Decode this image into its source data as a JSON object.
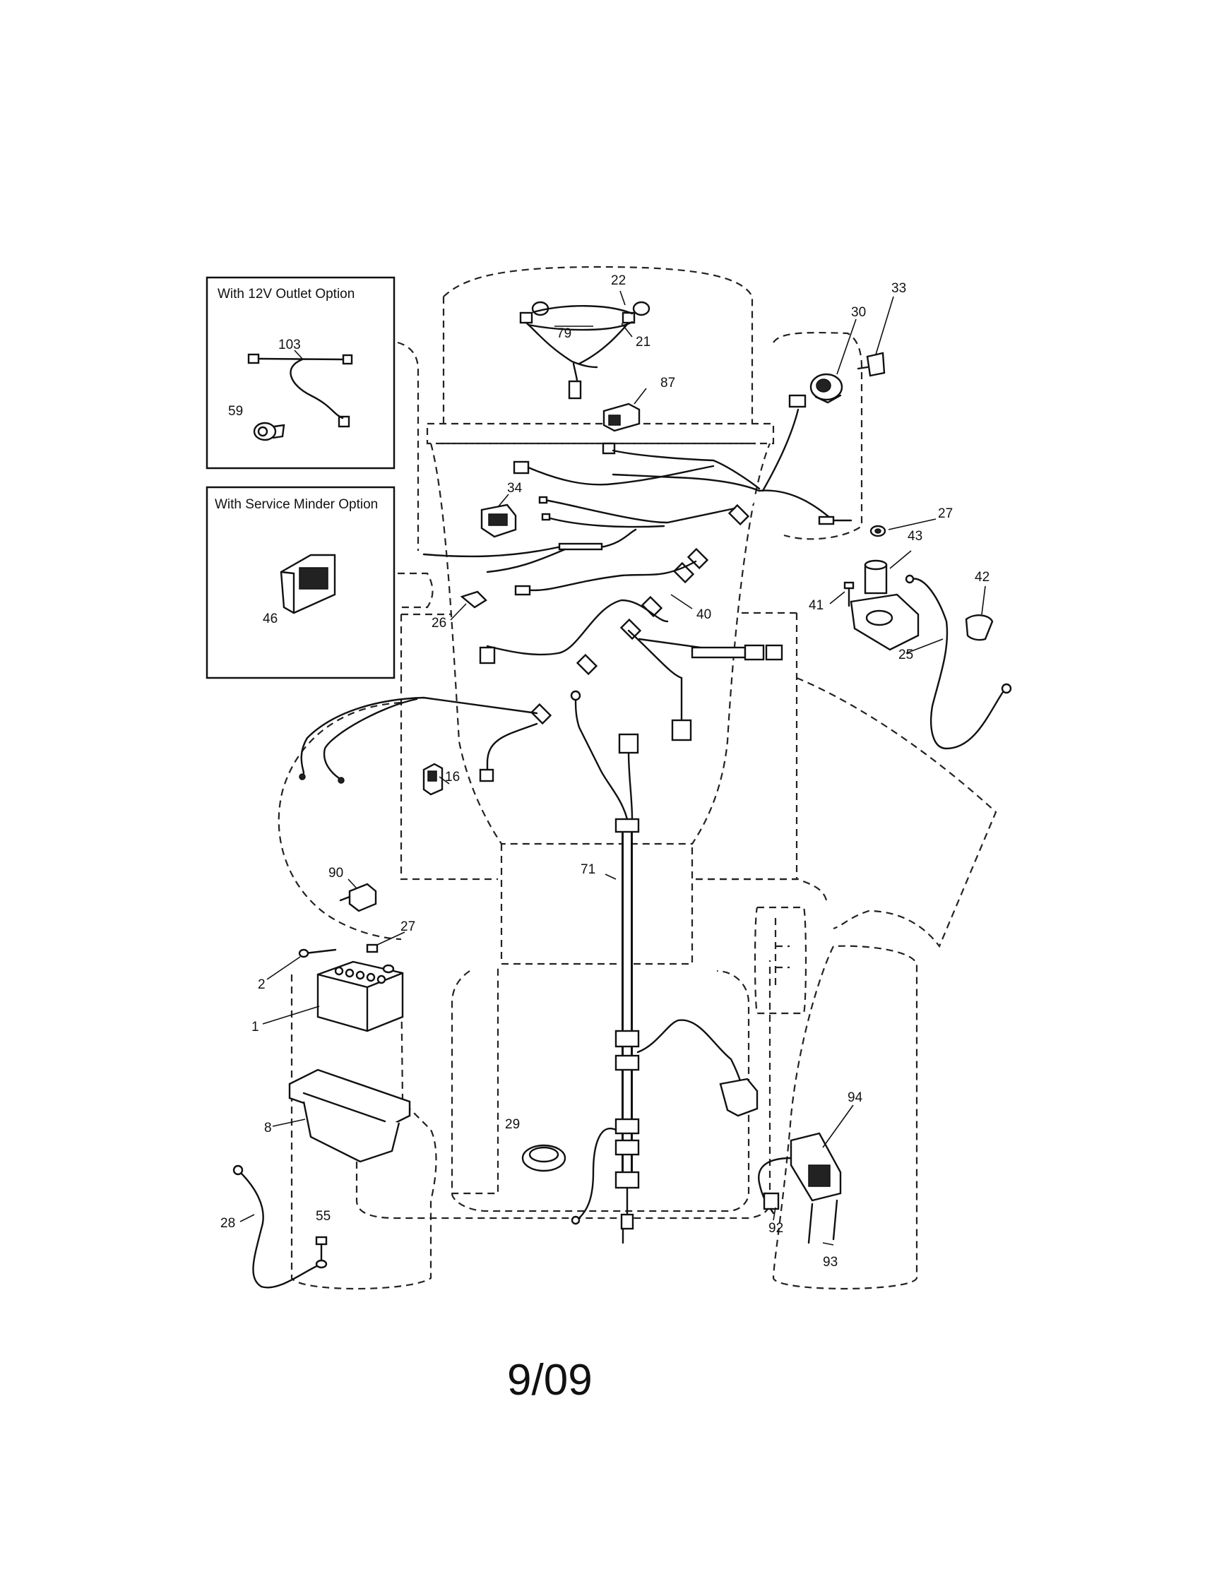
{
  "option_boxes": {
    "outlet": {
      "title": "With 12V Outlet Option"
    },
    "service": {
      "title": "With Service Minder Option"
    }
  },
  "callouts": {
    "c22": "22",
    "c79": "79",
    "c21": "21",
    "c87": "87",
    "c30": "30",
    "c33": "33",
    "c34": "34",
    "c40": "40",
    "c27a": "27",
    "c43": "43",
    "c42": "42",
    "c41": "41",
    "c25": "25",
    "c26": "26",
    "c16": "16",
    "c71": "71",
    "c90": "90",
    "c27b": "27",
    "c2": "2",
    "c1": "1",
    "c8": "8",
    "c28": "28",
    "c55": "55",
    "c29": "29",
    "c94": "94",
    "c92": "92",
    "c93": "93",
    "c103": "103",
    "c59": "59",
    "c46": "46"
  },
  "revision": "9/09"
}
